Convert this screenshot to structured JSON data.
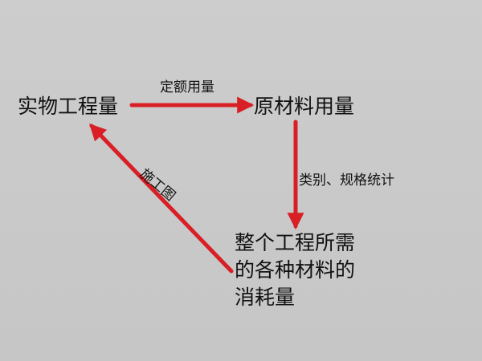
{
  "nodes": {
    "physical_quantity": "实物工程量",
    "raw_material": "原材料用量",
    "total_consumption": {
      "line1": "整个工程所需",
      "line2": "的各种材料的",
      "line3": "消耗量"
    }
  },
  "edges": {
    "quota_usage": "定额用量",
    "category_spec": "类别、规格统计",
    "construction_drawing": "施工图"
  },
  "colors": {
    "background": "#c9c9c9",
    "arrow": "#d91f26",
    "text": "#111111"
  }
}
